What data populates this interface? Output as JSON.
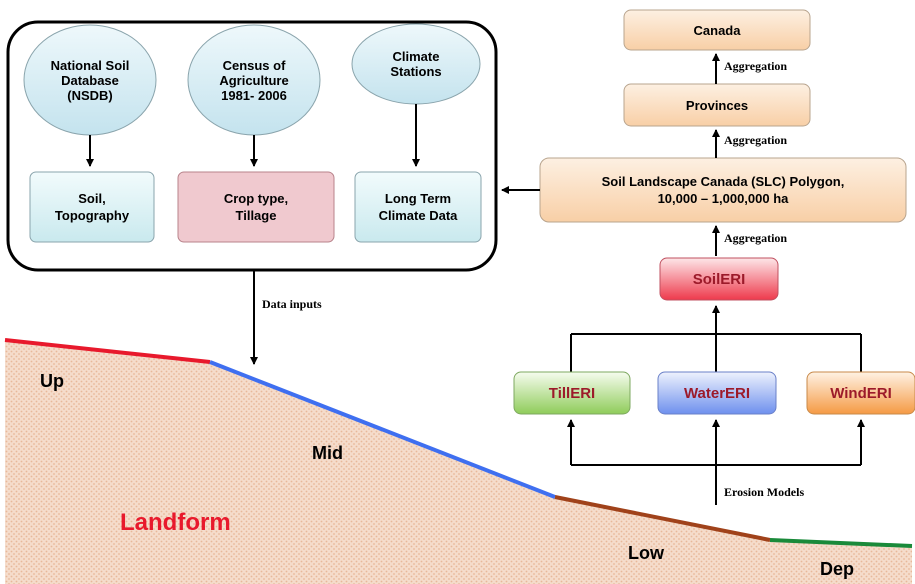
{
  "sources": {
    "nsdb": "National Soil\nDatabase\n(NSDB)",
    "census": "Census of\nAgriculture\n1981- 2006",
    "climate": "Climate\nStations"
  },
  "inputs": {
    "soil": "Soil,\nTopography",
    "crop": "Crop type,\nTillage",
    "climate_data": "Long Term\nClimate Data"
  },
  "hierarchy": {
    "canada": "Canada",
    "provinces": "Provinces",
    "slc": "Soil Landscape Canada (SLC)  Polygon,\n10,000 – 1,000,000 ha",
    "aggregation": "Aggregation"
  },
  "indicators": {
    "soil": "SoilERI",
    "till": "TillERI",
    "water": "WaterERI",
    "wind": "WindERI"
  },
  "labels": {
    "data_inputs": "Data inputs",
    "erosion_models": "Erosion Models"
  },
  "landform": {
    "title": "Landform",
    "up": "Up",
    "mid": "Mid",
    "low": "Low",
    "dep": "Dep"
  },
  "colors": {
    "landform_fill": "#f5dccb",
    "landform_dot": "#e8b89a",
    "up_segment": "#e8192c",
    "mid_segment": "#3f6ff0",
    "low_segment": "#a0421a",
    "dep_segment": "#1a8a3a",
    "landform_text": "#e8192c",
    "ellipse_fill": "#d6eef6",
    "box_fill": "#dff3f6",
    "crop_fill": "#f0c9cf",
    "orange_fill": "#fbe3cb",
    "soileri_fill": "#f04a5a",
    "tilleri_fill": "#9ad36a",
    "watereri_fill": "#7f9ef2",
    "winderi_fill": "#f7a556",
    "indicator_text": "#9c1a2a"
  }
}
